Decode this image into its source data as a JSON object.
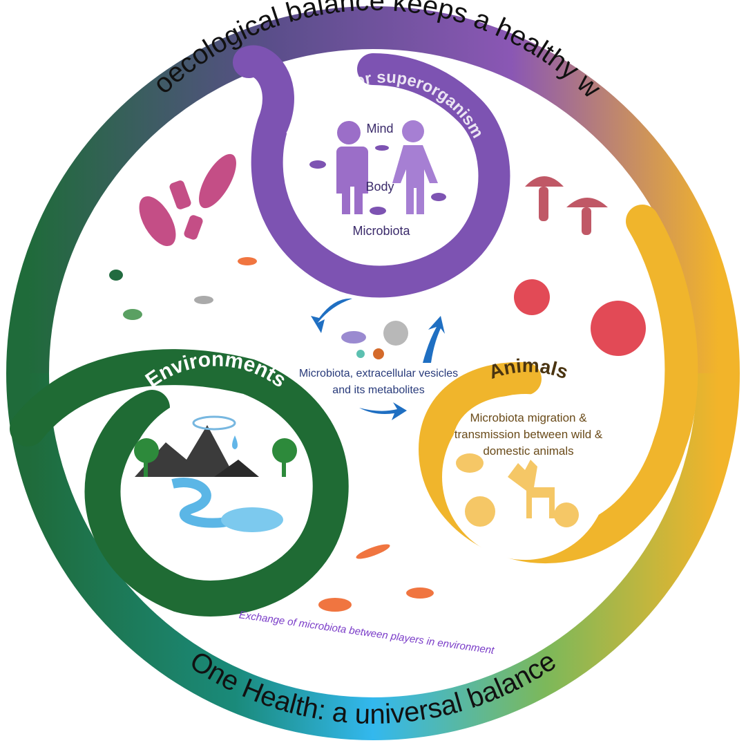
{
  "outer_ring": {
    "top_title": "Microecological balance keeps a healthy world",
    "bottom_title": "One Health: a universal balance",
    "colors": {
      "purple": "#7e55b0",
      "green": "#1e6a38",
      "yellow": "#f2b62a",
      "blue": "#2eb6ee"
    }
  },
  "holobiont": {
    "title": "Holobiont or superorganism",
    "labels": {
      "mind": "Mind",
      "body": "Body",
      "microbiota": "Microbiota"
    },
    "color": "#7d53b2"
  },
  "environments": {
    "title": "Environments",
    "color": "#1f6b34"
  },
  "animals": {
    "title": "Animals",
    "description": [
      "Microbiota migration &",
      "transmission between wild &",
      "domestic animals"
    ],
    "color": "#f0b52c"
  },
  "center": {
    "label": [
      "Microbiota, extracellular vesicles",
      "and its metabolites"
    ]
  },
  "exchange_text": "Exchange of microbiota between players in environment"
}
